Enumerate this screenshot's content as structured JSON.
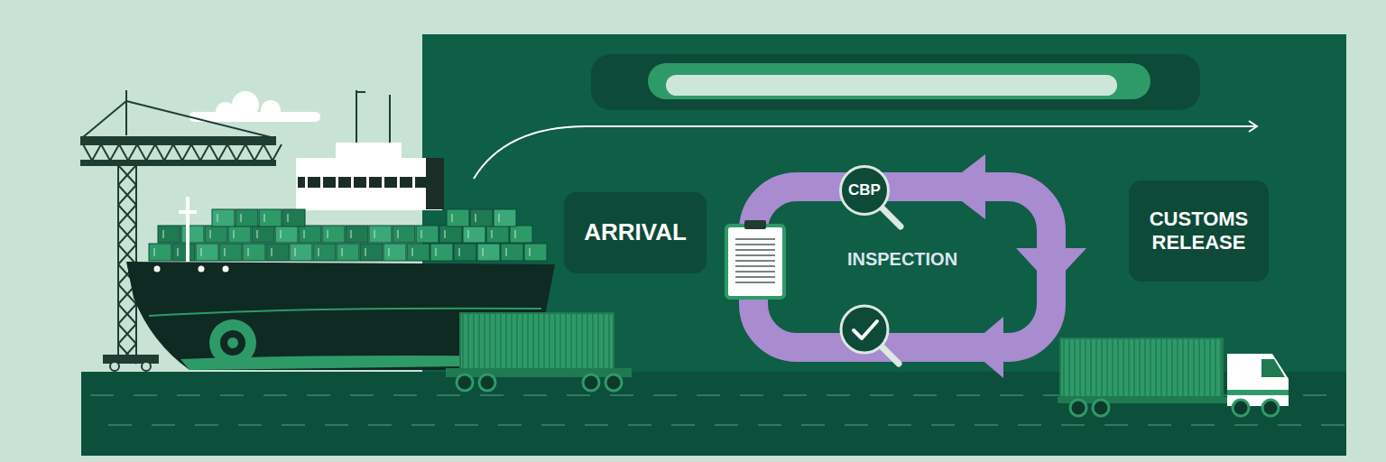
{
  "diagram": {
    "nodes": [
      {
        "text": [
          "ARRIVAL"
        ]
      },
      {
        "text": [
          "INSPECTION"
        ]
      },
      {
        "text": [
          "CBP"
        ],
        "in": 1
      },
      {
        "text": [
          "CUSTOMS RELEASE"
        ]
      }
    ]
  }
}
